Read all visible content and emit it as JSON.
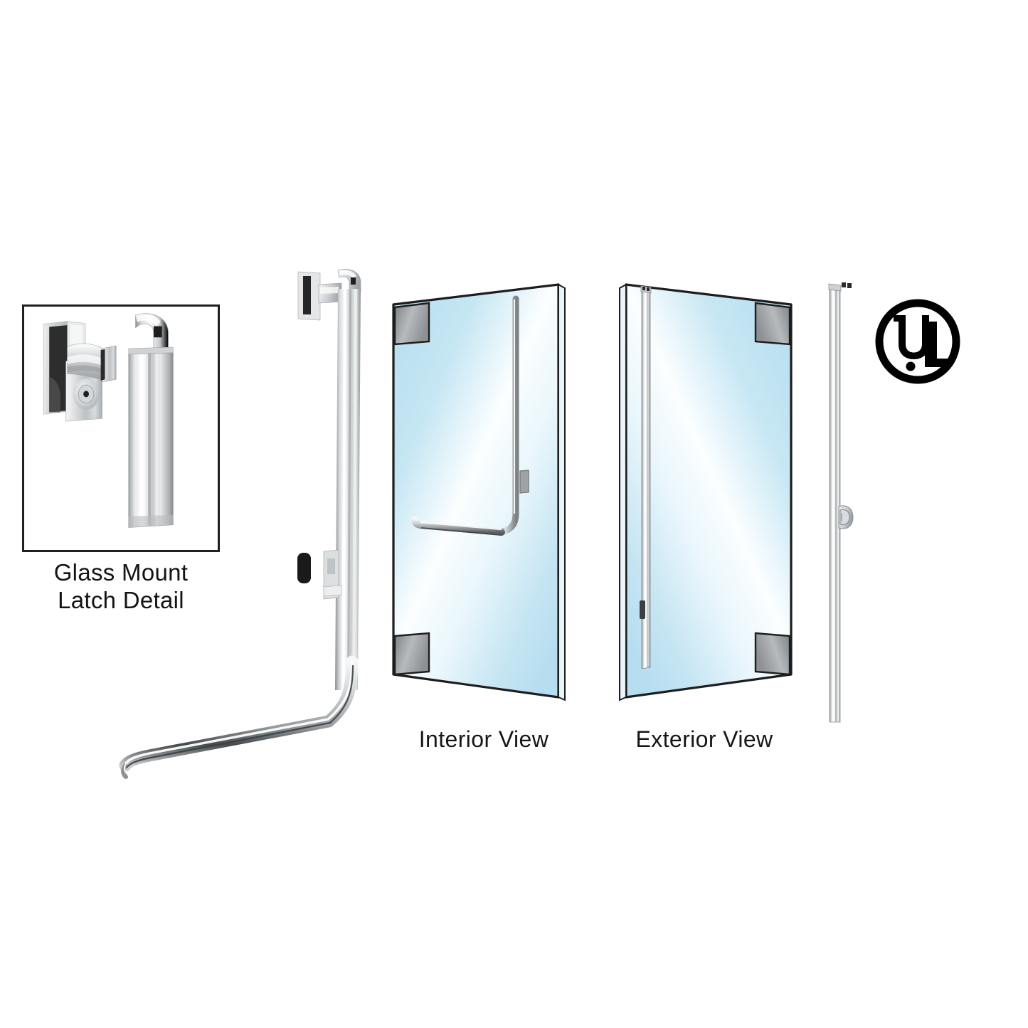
{
  "page": {
    "background_color": "#ffffff",
    "title": "Glass Mount Latch Exit Device Product Illustration"
  },
  "detail_panel": {
    "caption_line1": "Glass Mount",
    "caption_line2": "Latch Detail",
    "border_color": "#231f20",
    "components": {
      "strike_housing": "glass-mount-strike-housing",
      "latch_arm": "latch-arm",
      "keyed_cylinder": "keyed-cylinder",
      "rod_cap": "rod-top-cap",
      "vertical_rod": "vertical-rod"
    }
  },
  "exit_device": {
    "name": "concealed-vertical-rod-exit-device",
    "parts": [
      "top-latch-assembly",
      "vertical-rod",
      "glass-mount-pad",
      "push-bar-bracket",
      "angled-push-bar"
    ],
    "metal_color": "#b9bcbd",
    "accent_dark": "#2b2b2b"
  },
  "views": [
    {
      "label": "Interior View",
      "name": "interior-view",
      "hardware": "L-shaped push bar with vertical rod",
      "patch_positions": [
        "top-left",
        "bottom-left"
      ],
      "glass_color": "#bfe2f0",
      "glass_highlight": "#fdfeff",
      "edge_color": "#1d1d1d"
    },
    {
      "label": "Exterior View",
      "name": "exterior-view",
      "hardware": "Full-height vertical pull handle",
      "patch_positions": [
        "top-right",
        "bottom-right"
      ],
      "glass_color": "#bfe2f0",
      "glass_highlight": "#fdfeff",
      "edge_color": "#1d1d1d"
    }
  ],
  "side_profile": {
    "name": "side-profile-rod",
    "label": "",
    "features": [
      "rod-top-cap",
      "thumbturn-cylinder"
    ],
    "metal_color": "#c2c5c6"
  },
  "certification": {
    "name": "ul-listed-mark",
    "letters": "UL",
    "color": "#000000",
    "registered_dot": true
  },
  "colors": {
    "glass_light": "#cfeaf5",
    "glass_mid": "#bfe2f0",
    "glass_white": "#fbfeff",
    "metal_light": "#eceeef",
    "metal_mid": "#b4b7b9",
    "metal_dark": "#76797b",
    "outline": "#1d1d1d",
    "text": "#141414",
    "patch_fitting": "#8f9294"
  }
}
